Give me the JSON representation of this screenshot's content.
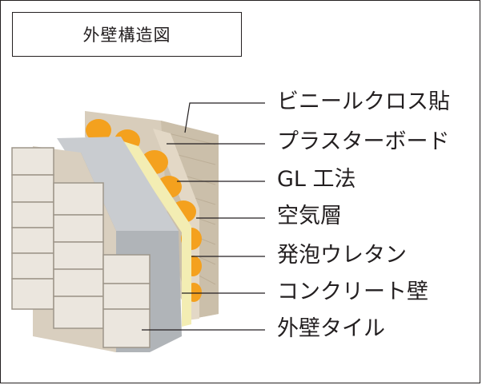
{
  "title": "外壁構造図",
  "layers": [
    {
      "label": "ビニールクロス貼"
    },
    {
      "label": "プラスターボード"
    },
    {
      "label": "GL 工法"
    },
    {
      "label": "空気層"
    },
    {
      "label": "発泡ウレタン"
    },
    {
      "label": "コンクリート壁"
    },
    {
      "label": "外壁タイル"
    }
  ],
  "colors": {
    "tile": "#e9e4dc",
    "tile_shadow": "#b7afa3",
    "concrete": "#b5b9bd",
    "concrete_light": "#cfd3d6",
    "urethane": "#f4a11e",
    "air_gap": "#f3edb3",
    "board": "#ddd2c1",
    "cloth": "#c9baa3",
    "line": "#231f20"
  }
}
